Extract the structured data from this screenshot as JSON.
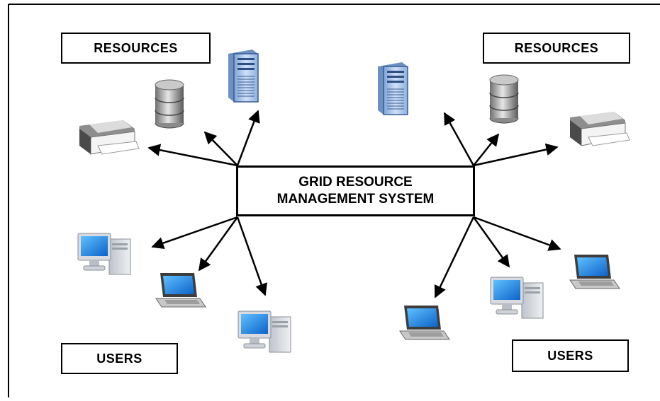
{
  "center": {
    "line1": "GRID RESOURCE",
    "line2": "MANAGEMENT SYSTEM"
  },
  "labels": {
    "resources_left": "RESOURCES",
    "resources_right": "RESOURCES",
    "users_left": "USERS",
    "users_right": "USERS"
  },
  "colors": {
    "border": "#000000",
    "arrow": "#000000",
    "screen": "#1d8ee6",
    "case": "#d9dde3",
    "server_blue": "#9bbde8"
  },
  "icons": [
    "printer-icon",
    "database-icon",
    "server-icon",
    "desktop-computer-icon",
    "laptop-icon"
  ]
}
